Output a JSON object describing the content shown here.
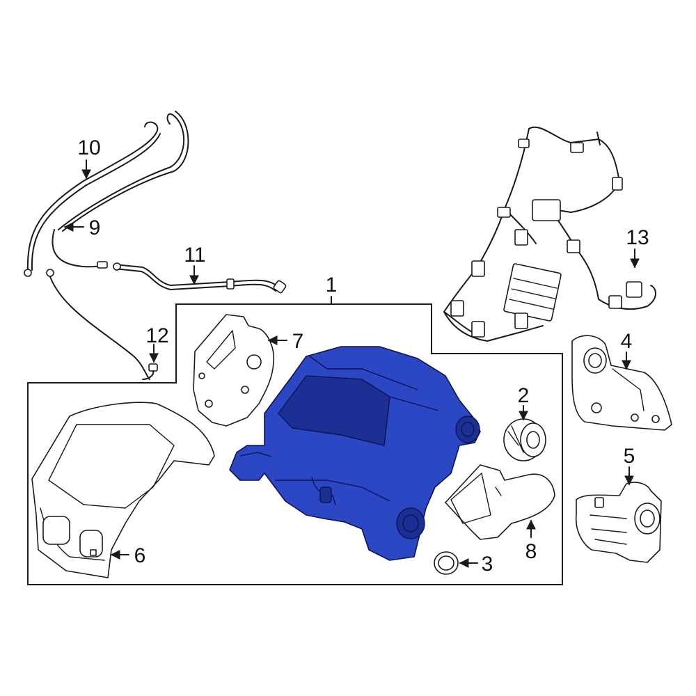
{
  "diagram": {
    "highlight_color": "#2b47c4",
    "callouts": [
      {
        "id": "1",
        "label": "1"
      },
      {
        "id": "2",
        "label": "2"
      },
      {
        "id": "3",
        "label": "3"
      },
      {
        "id": "4",
        "label": "4"
      },
      {
        "id": "5",
        "label": "5"
      },
      {
        "id": "6",
        "label": "6"
      },
      {
        "id": "7",
        "label": "7"
      },
      {
        "id": "8",
        "label": "8"
      },
      {
        "id": "9",
        "label": "9"
      },
      {
        "id": "10",
        "label": "10"
      },
      {
        "id": "11",
        "label": "11"
      },
      {
        "id": "12",
        "label": "12"
      },
      {
        "id": "13",
        "label": "13"
      }
    ]
  }
}
